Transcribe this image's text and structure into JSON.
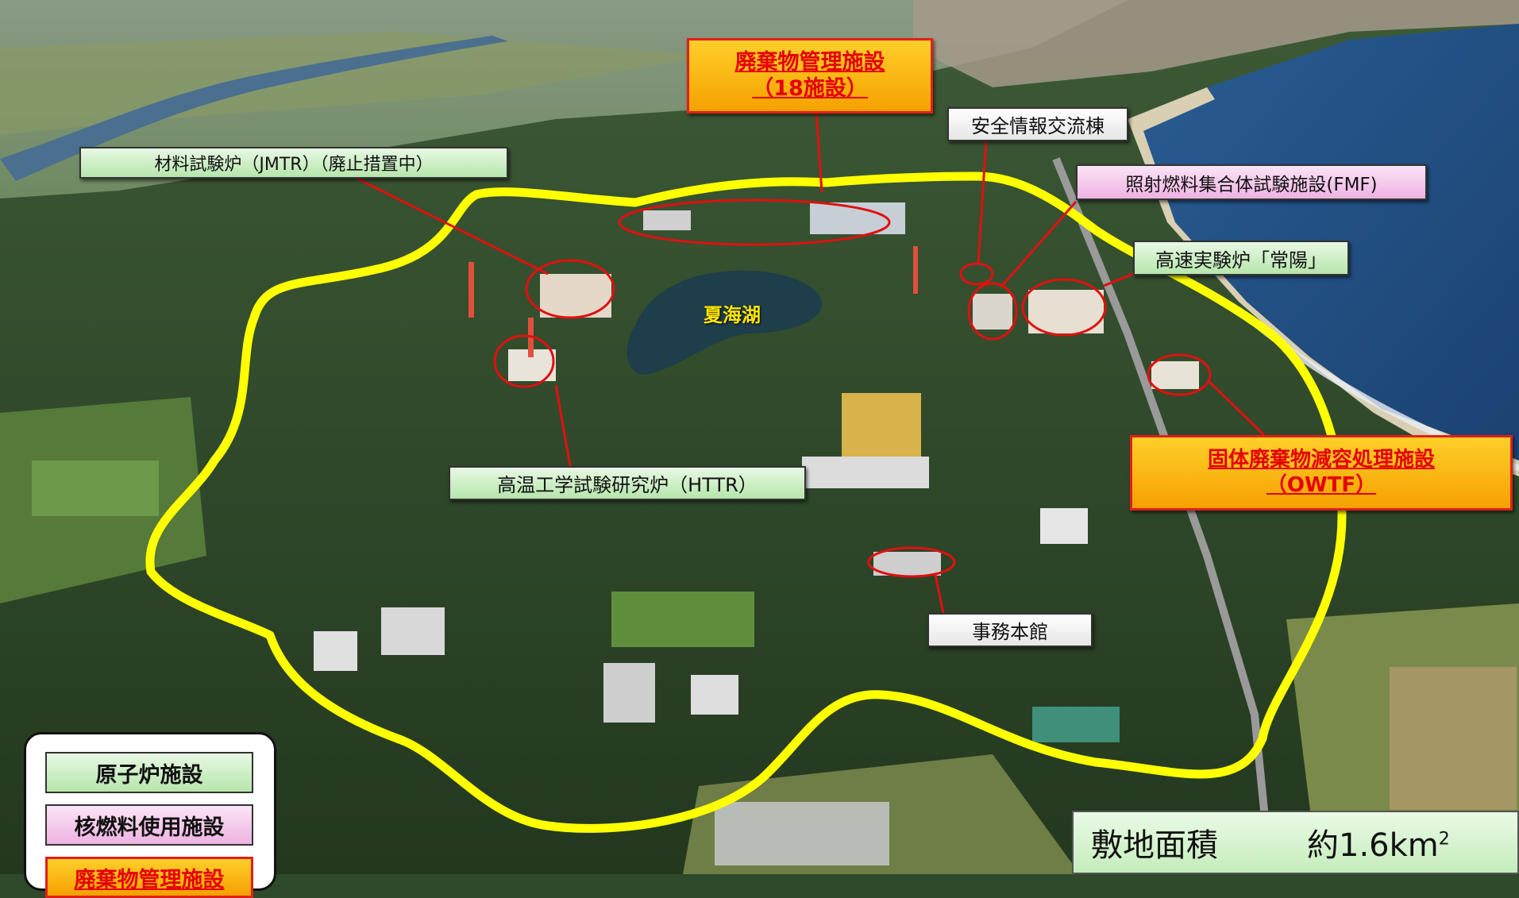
{
  "labels": {
    "waste_mgmt_title": "廃棄物管理施設",
    "waste_mgmt_sub": "（18施設）",
    "jmtr": "材料試験炉（JMTR）（廃止措置中）",
    "safety_info": "安全情報交流棟",
    "fmf": "照射燃料集合体試験施設(FMF)",
    "joyo": "高速実験炉「常陽」",
    "owtf_title": "固体廃棄物減容処理施設",
    "owtf_sub": "（OWTF）",
    "httr": "高温工学試験研究炉（HTTR）",
    "admin": "事務本館",
    "lake": "夏海湖"
  },
  "legend": {
    "reactor": "原子炉施設",
    "nuclear_fuel": "核燃料使用施設",
    "waste": "廃棄物管理施設"
  },
  "site_area": {
    "label": "敷地面積",
    "value": "約1.6km",
    "superscript": "2"
  },
  "colors": {
    "boundary": "#ffff00",
    "callout_line": "#e01010",
    "reactor": "#b6e6ac",
    "nuclear_fuel": "#eeb2e2",
    "waste": "#f5a100",
    "sea": "#1f4f84"
  }
}
